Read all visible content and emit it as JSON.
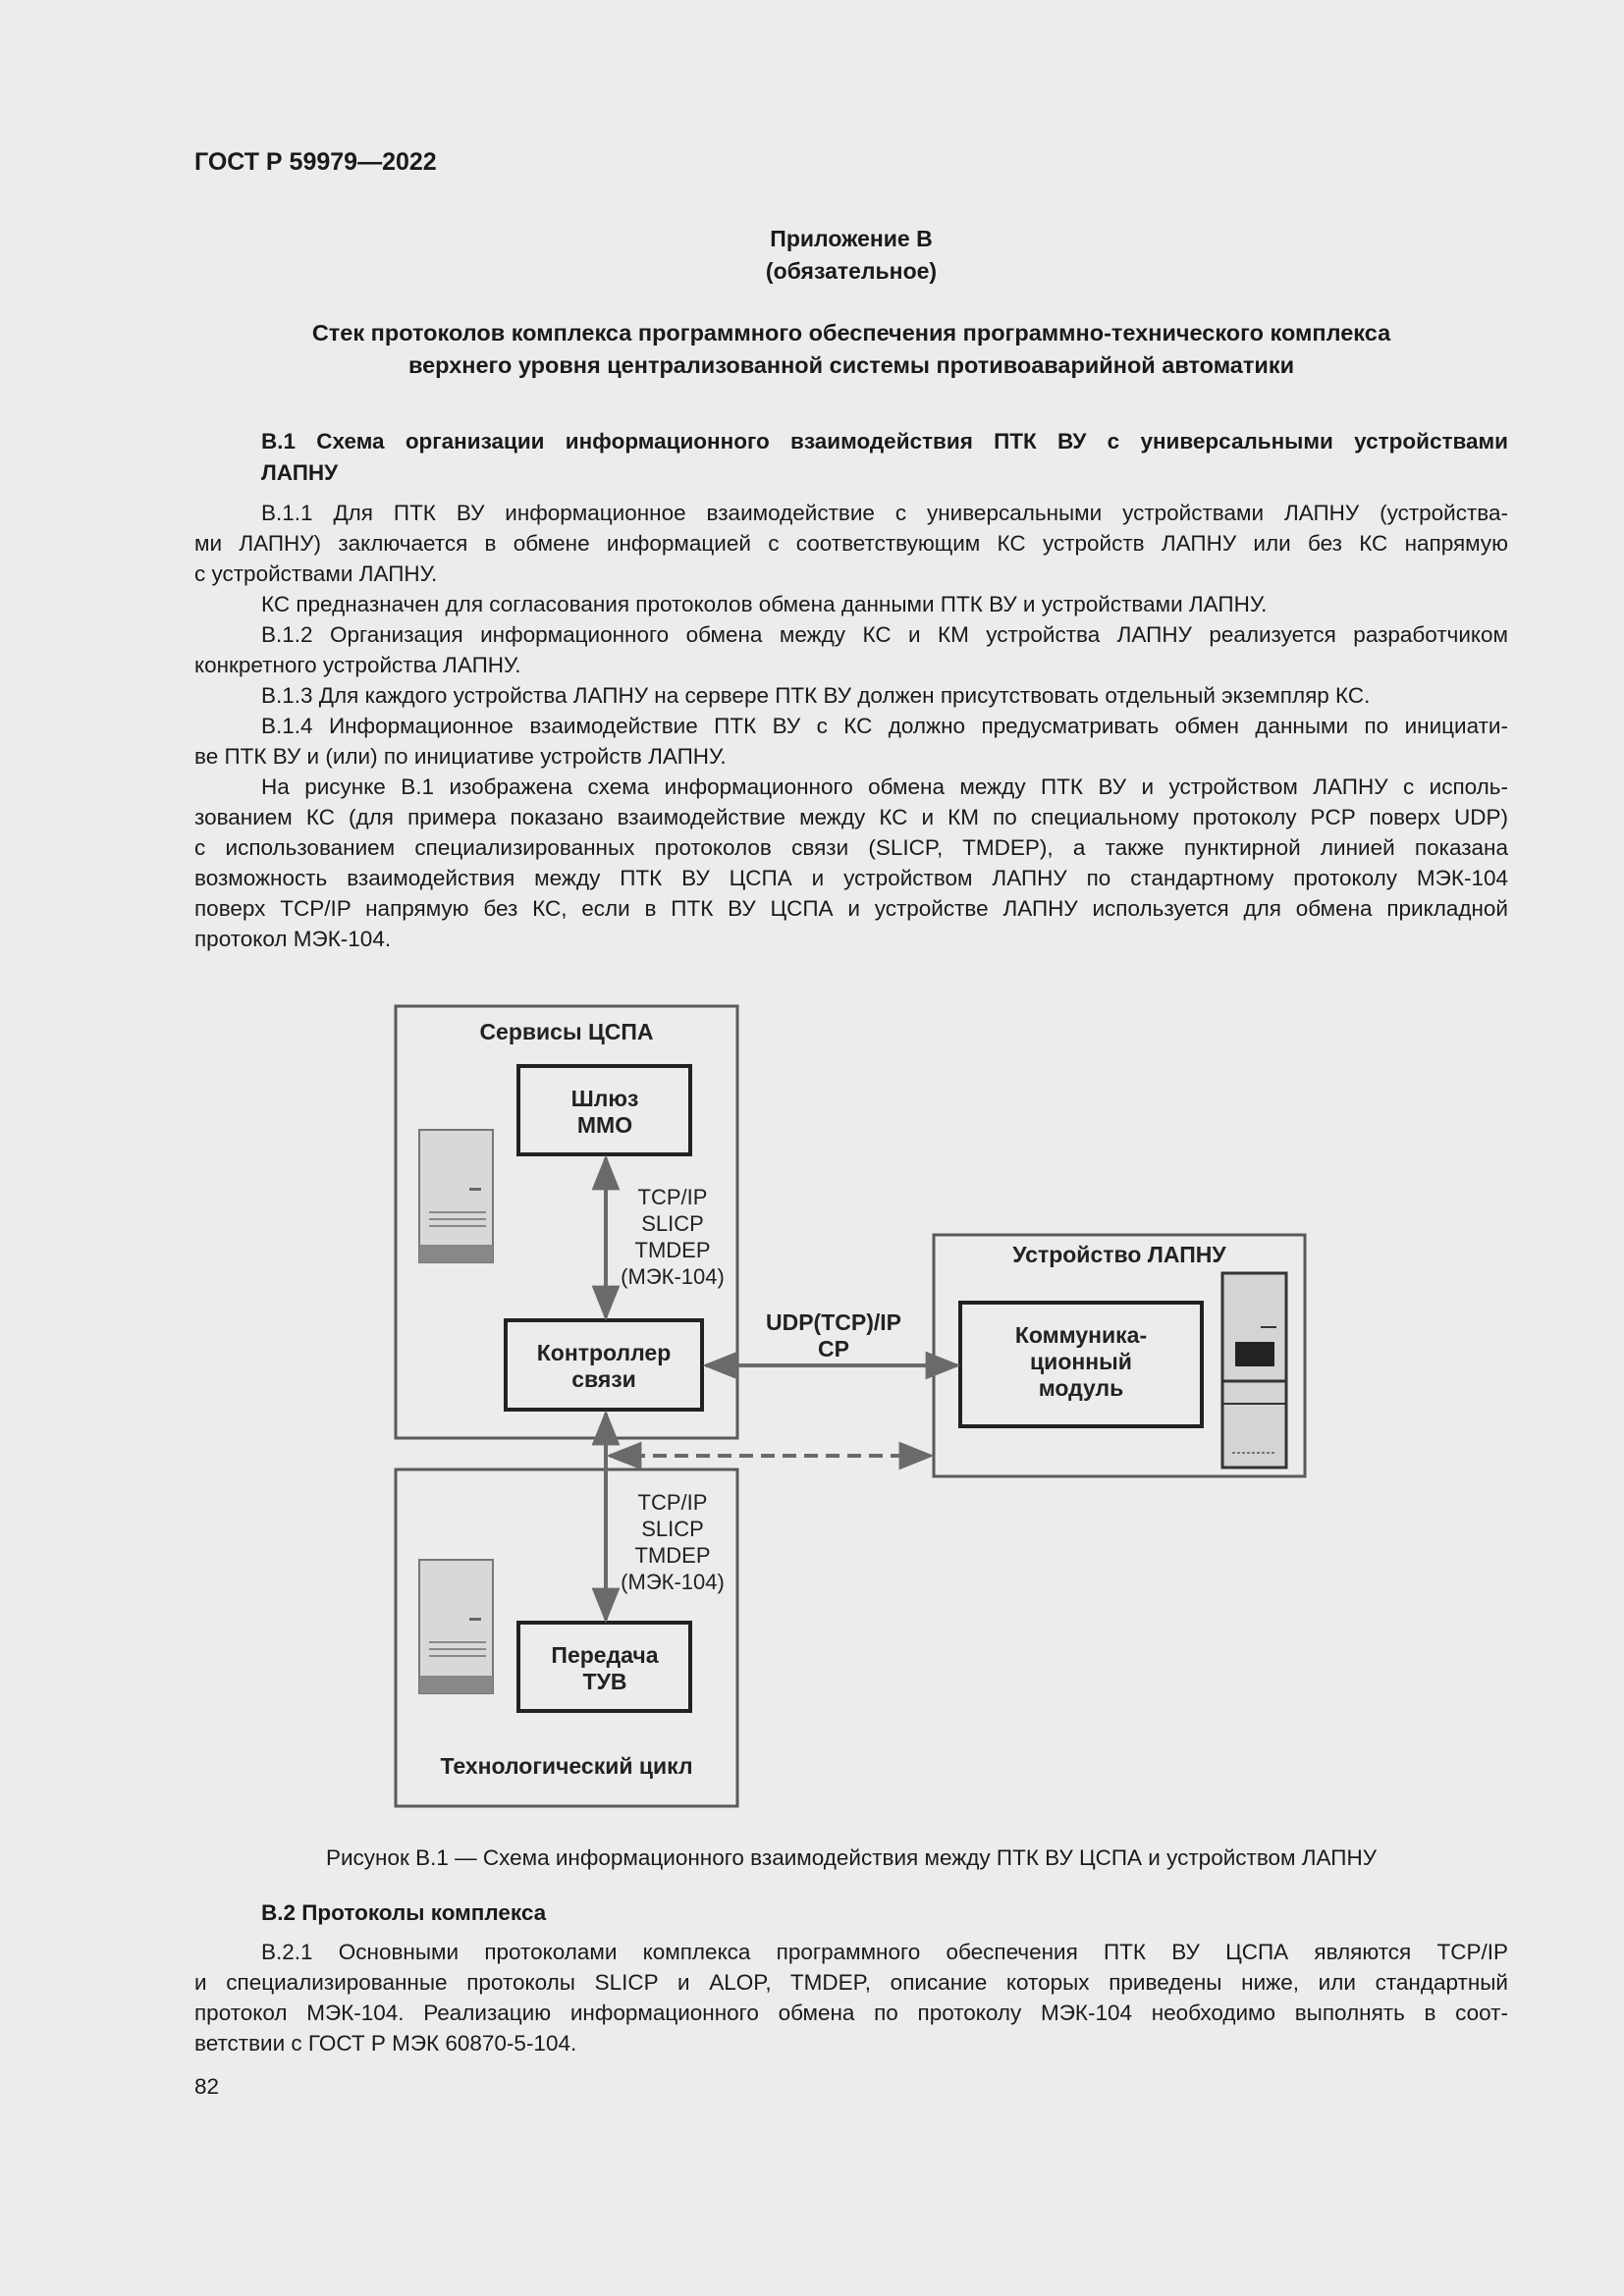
{
  "header": {
    "doc_id": "ГОСТ Р 59979—2022"
  },
  "appendix": {
    "label": "Приложение В",
    "status": "(обязательное)"
  },
  "title_lines": [
    "Стек протоколов комплекса программного обеспечения программно-технического комплекса",
    "верхнего уровня централизованной системы противоаварийной автоматики"
  ],
  "section_b1": {
    "heading_lines": [
      "В.1 Схема организации информационного взаимодействия ПТК ВУ с универсальными устройствами",
      "ЛАПНУ"
    ],
    "paragraphs": [
      [
        "В.1.1 Для ПТК ВУ информационное взаимодействие с универсальными устройствами ЛАПНУ (устройства-",
        "ми ЛАПНУ) заключается в обмене информацией с соответствующим КС устройств ЛАПНУ или без КС напрямую",
        "с устройствами ЛАПНУ."
      ],
      [
        "КС предназначен для согласования протоколов обмена данными ПТК ВУ и устройствами ЛАПНУ."
      ],
      [
        "В.1.2 Организация информационного обмена между КС и КМ устройства ЛАПНУ реализуется разработчиком",
        "конкретного устройства ЛАПНУ."
      ],
      [
        "В.1.3 Для каждого устройства ЛАПНУ на сервере ПТК ВУ должен присутствовать отдельный экземпляр КС."
      ],
      [
        "В.1.4 Информационное взаимодействие ПТК ВУ с КС должно предусматривать обмен данными по инициати-",
        "ве ПТК ВУ и (или) по инициативе устройств ЛАПНУ."
      ],
      [
        "На рисунке В.1 изображена схема информационного обмена между ПТК ВУ и устройством ЛАПНУ с исполь-",
        "зованием КС (для примера показано взаимодействие между КС и КМ по специальному протоколу PCP поверх UDP)",
        "с использованием специализированных протоколов связи (SLICP, TMDEP), а также пунктирной линией показана",
        "возможность взаимодействия между ПТК ВУ ЦСПА и устройством ЛАПНУ по стандартному протоколу МЭК-104",
        "поверх TCP/IP напрямую без КС, если в ПТК ВУ ЦСПА и устройстве ЛАПНУ используется для обмена прикладной",
        "протокол МЭК-104."
      ]
    ]
  },
  "diagram": {
    "services_title": "Сервисы ЦСПА",
    "gateway": [
      "Шлюз",
      "ММО"
    ],
    "controller": [
      "Контроллер",
      "связи"
    ],
    "transfer": [
      "Передача",
      "ТУВ"
    ],
    "tech_cycle_title": "Технологический цикл",
    "lapnu_title": "Устройство ЛАПНУ",
    "comm_module": [
      "Коммуника-",
      "ционный",
      "модуль"
    ],
    "protocols_upper": [
      "TCP/IP",
      "SLICP",
      "TMDEP",
      "(МЭК-104)"
    ],
    "protocols_lower": [
      "TCP/IP",
      "SLICP",
      "TMDEP",
      "(МЭК-104)"
    ],
    "link_label": [
      "UDP(TCP)/IP",
      "CP"
    ],
    "icons": [
      "server-icon",
      "server-icon",
      "cabinet-icon"
    ]
  },
  "figure_caption": "Рисунок В.1 — Схема информационного взаимодействия между ПТК ВУ ЦСПА и устройством ЛАПНУ",
  "section_b2": {
    "heading": "В.2 Протоколы комплекса",
    "paragraphs": [
      [
        "В.2.1 Основными протоколами комплекса программного обеспечения ПТК ВУ ЦСПА являются TCP/IP",
        "и специализированные протоколы SLICP и ALOP, TMDEP, описание которых приведены ниже, или стандартный",
        "протокол МЭК-104. Реализацию информационного обмена по протоколу МЭК-104 необходимо выполнять в соот-",
        "ветствии с ГОСТ Р МЭК 60870-5-104."
      ]
    ]
  },
  "page_number": "82",
  "colors": {
    "background": "#ececec",
    "text": "#1a1a1a",
    "outer_frame": "#5a5a5a",
    "arrow": "#6a6a6a"
  }
}
